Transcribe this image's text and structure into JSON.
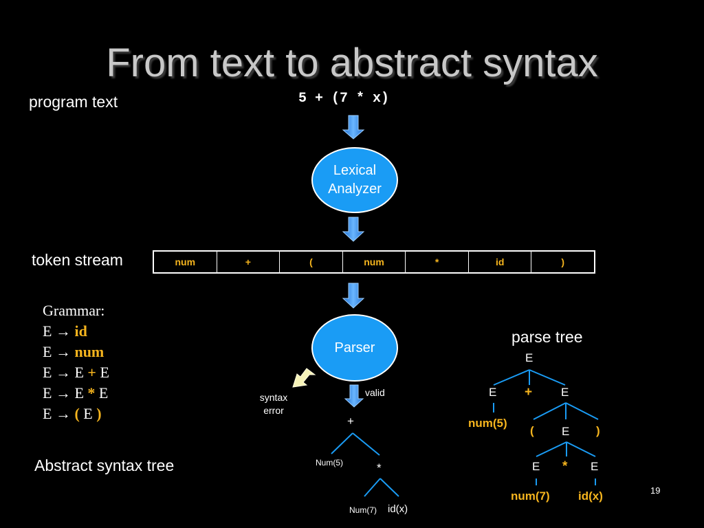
{
  "slide": {
    "title": "From text to abstract syntax",
    "page_number": "19"
  },
  "labels": {
    "program_text": "program text",
    "token_stream": "token stream",
    "abstract_syntax_tree": "Abstract syntax tree",
    "parse_tree": "parse tree",
    "syntax_error_line1": "syntax",
    "syntax_error_line2": "error",
    "valid": "valid"
  },
  "program": "5 + (7 * x)",
  "lexer": {
    "line1": "Lexical",
    "line2": "Analyzer"
  },
  "parser": {
    "label": "Parser"
  },
  "tokens": [
    "num",
    "+",
    "(",
    "num",
    "*",
    "id",
    ")"
  ],
  "grammar": {
    "heading": "Grammar:",
    "rules": [
      {
        "lhs": "E",
        "arrow": "→",
        "parts": [
          {
            "text": "id",
            "hl": true
          }
        ]
      },
      {
        "lhs": "E",
        "arrow": "→",
        "parts": [
          {
            "text": "num",
            "hl": true
          }
        ]
      },
      {
        "lhs": "E",
        "arrow": "→",
        "parts": [
          {
            "text": "E ",
            "hl": false
          },
          {
            "text": "+",
            "hl": true
          },
          {
            "text": " E",
            "hl": false
          }
        ]
      },
      {
        "lhs": "E",
        "arrow": "→",
        "parts": [
          {
            "text": "E ",
            "hl": false
          },
          {
            "text": "*",
            "hl": true
          },
          {
            "text": " E",
            "hl": false
          }
        ]
      },
      {
        "lhs": "E",
        "arrow": "→",
        "parts": [
          {
            "text": "( ",
            "hl": true
          },
          {
            "text": "E",
            "hl": false
          },
          {
            "text": " )",
            "hl": true
          }
        ]
      }
    ]
  },
  "ast": {
    "root": "+",
    "left": "Num(5)",
    "mul": "*",
    "num7": "Num(7)",
    "idx": "id(x)"
  },
  "parse_tree": {
    "root": "E",
    "l1_left": "E",
    "l1_op": "+",
    "l1_right": "E",
    "num5": "num(5)",
    "lparen": "(",
    "l2_mid": "E",
    "rparen": ")",
    "l3_left": "E",
    "l3_op": "*",
    "l3_right": "E",
    "num7": "num(7)",
    "idx": "id(x)"
  },
  "colors": {
    "accent_yellow": "#f6b51e",
    "ellipse_blue": "#1a9cf5",
    "arrow_blue": "#2e86e6",
    "background": "#000000"
  }
}
